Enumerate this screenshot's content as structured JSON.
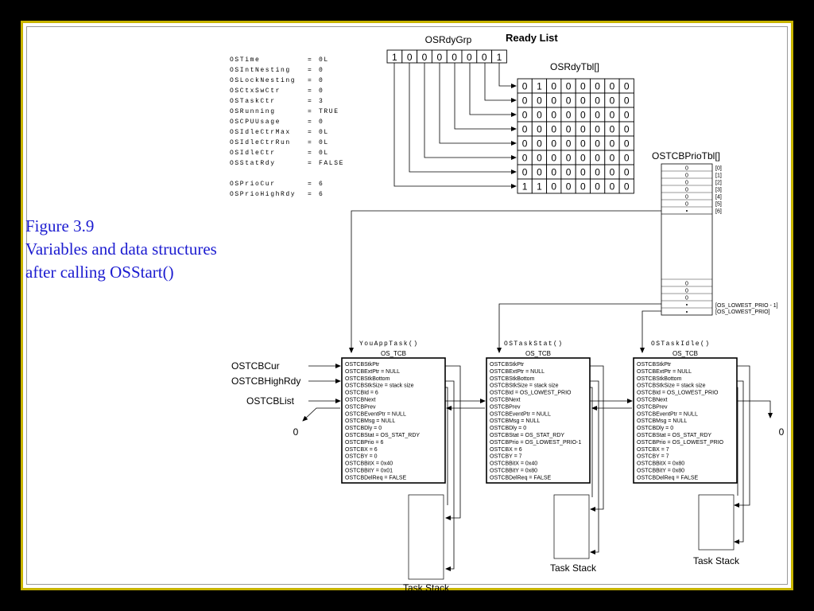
{
  "figure": {
    "number": "Figure 3.9",
    "line1": "Variables and data structures",
    "line2": "after calling OSStart()"
  },
  "variables": [
    {
      "name": "OSTime",
      "value": "0L"
    },
    {
      "name": "OSIntNesting",
      "value": "0"
    },
    {
      "name": "OSLockNesting",
      "value": "0"
    },
    {
      "name": "OSCtxSwCtr",
      "value": "0"
    },
    {
      "name": "OSTaskCtr",
      "value": "3"
    },
    {
      "name": "OSRunning",
      "value": "TRUE"
    },
    {
      "name": "OSCPUUsage",
      "value": "0"
    },
    {
      "name": "OSIdleCtrMax",
      "value": "0L"
    },
    {
      "name": "OSIdleCtrRun",
      "value": "0L"
    },
    {
      "name": "OSIdleCtr",
      "value": "0L"
    },
    {
      "name": "OSStatRdy",
      "value": "FALSE"
    },
    {
      "name": "",
      "value": ""
    },
    {
      "name": "OSPrioCur",
      "value": "6"
    },
    {
      "name": "OSPrioHighRdy",
      "value": "6"
    }
  ],
  "ready_list": {
    "title": "Ready List",
    "grp_label": "OSRdyGrp",
    "grp_bits": [
      "1",
      "0",
      "0",
      "0",
      "0",
      "0",
      "0",
      "1"
    ],
    "tbl_label": "OSRdyTbl[]",
    "tbl_rows": [
      [
        "0",
        "1",
        "0",
        "0",
        "0",
        "0",
        "0",
        "0"
      ],
      [
        "0",
        "0",
        "0",
        "0",
        "0",
        "0",
        "0",
        "0"
      ],
      [
        "0",
        "0",
        "0",
        "0",
        "0",
        "0",
        "0",
        "0"
      ],
      [
        "0",
        "0",
        "0",
        "0",
        "0",
        "0",
        "0",
        "0"
      ],
      [
        "0",
        "0",
        "0",
        "0",
        "0",
        "0",
        "0",
        "0"
      ],
      [
        "0",
        "0",
        "0",
        "0",
        "0",
        "0",
        "0",
        "0"
      ],
      [
        "0",
        "0",
        "0",
        "0",
        "0",
        "0",
        "0",
        "0"
      ],
      [
        "1",
        "1",
        "0",
        "0",
        "0",
        "0",
        "0",
        "0"
      ]
    ]
  },
  "prio_tbl": {
    "label": "OSTCBPrioTbl[]",
    "top_values": [
      "0",
      "0",
      "0",
      "0",
      "0",
      "0",
      "•"
    ],
    "top_indexes": [
      "[0]",
      "[1]",
      "[2]",
      "[3]",
      "[4]",
      "[5]",
      "[6]"
    ],
    "bottom_values": [
      "0",
      "0",
      "0",
      "•",
      "•"
    ],
    "bottom_indexes": [
      "[OS_LOWEST_PRIO - 1]",
      "[OS_LOWEST_PRIO]"
    ]
  },
  "pointers": {
    "cur": "OSTCBCur",
    "high": "OSTCBHighRdy",
    "list": "OSTCBList",
    "left_null": "0",
    "right_null": "0"
  },
  "tcbs": [
    {
      "task": "YouAppTask()",
      "header": "OS_TCB",
      "fields": [
        "OSTCBStkPtr",
        "OSTCBExtPtr = NULL",
        "OSTCBStkBottom",
        "OSTCBStkSize = stack size",
        "OSTCBId = 6",
        "OSTCBNext",
        "OSTCBPrev",
        "OSTCBEventPtr = NULL",
        "OSTCBMsg = NULL",
        "OSTCBDly = 0",
        "OSTCBStat = OS_STAT_RDY",
        "OSTCBPrio = 6",
        "OSTCBX = 6",
        "OSTCBY = 0",
        "OSTCBBitX = 0x40",
        "OSTCBBitY = 0x01",
        "OSTCBDelReq = FALSE"
      ],
      "stack_label": "Task Stack"
    },
    {
      "task": "OSTaskStat()",
      "header": "OS_TCB",
      "fields": [
        "OSTCBStkPtr",
        "OSTCBExtPtr = NULL",
        "OSTCBStkBottom",
        "OSTCBStkSize = stack size",
        "OSTCBId = OS_LOWEST_PRIO",
        "OSTCBNext",
        "OSTCBPrev",
        "OSTCBEventPtr = NULL",
        "OSTCBMsg = NULL",
        "OSTCBDly = 0",
        "OSTCBStat = OS_STAT_RDY",
        "OSTCBPrio = OS_LOWEST_PRIO-1",
        "OSTCBX = 6",
        "OSTCBY = 7",
        "OSTCBBitX = 0x40",
        "OSTCBBitY = 0x80",
        "OSTCBDelReq = FALSE"
      ],
      "stack_label": "Task Stack"
    },
    {
      "task": "OSTaskIdle()",
      "header": "OS_TCB",
      "fields": [
        "OSTCBStkPtr",
        "OSTCBExtPtr = NULL",
        "OSTCBStkBottom",
        "OSTCBStkSize = stack size",
        "OSTCBId = OS_LOWEST_PRIO",
        "OSTCBNext",
        "OSTCBPrev",
        "OSTCBEventPtr = NULL",
        "OSTCBMsg = NULL",
        "OSTCBDly = 0",
        "OSTCBStat = OS_STAT_RDY",
        "OSTCBPrio = OS_LOWEST_PRIO",
        "OSTCBX = 7",
        "OSTCBY = 7",
        "OSTCBBitX = 0x80",
        "OSTCBBitY = 0x80",
        "OSTCBDelReq = FALSE"
      ],
      "stack_label": "Task Stack"
    }
  ]
}
